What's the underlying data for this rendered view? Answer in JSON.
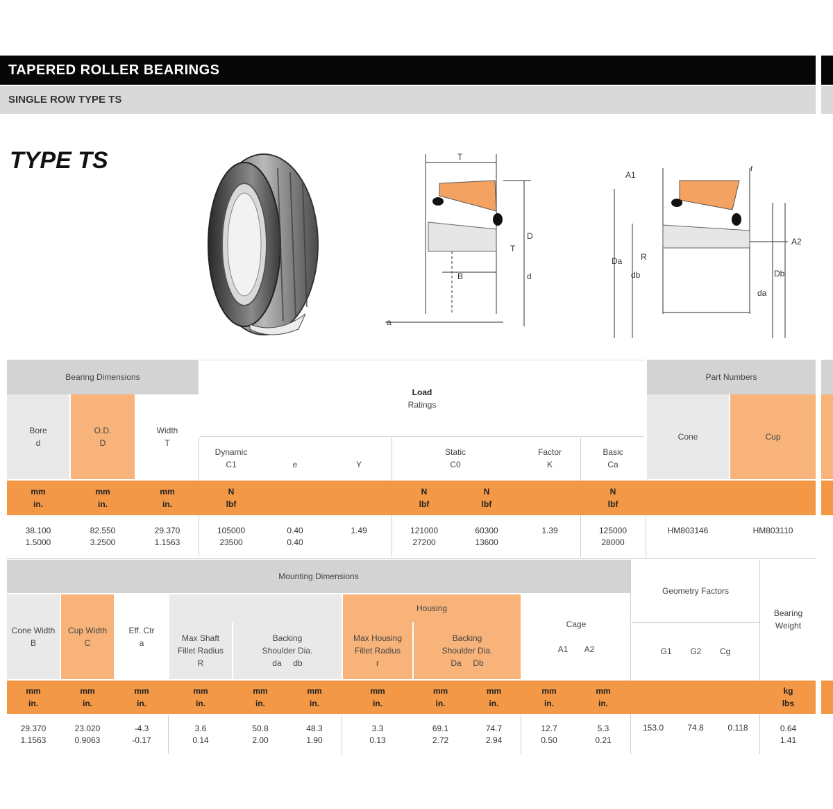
{
  "header": {
    "title": "TAPERED ROLLER BEARINGS",
    "subtitle": "SINGLE ROW TYPE TS",
    "type_label": "TYPE TS"
  },
  "table1": {
    "bearing_dimensions": "Bearing Dimensions",
    "bore_label": "Bore",
    "bore_sym": "d",
    "od_label": "O.D.",
    "od_sym": "D",
    "width_label": "Width",
    "width_sym": "T",
    "ratings_title": "Load",
    "ratings_sub": "Ratings",
    "dynamic_label": "Dynamic",
    "dynamic_sym": "C1",
    "e_label": "e",
    "y_label": "Y",
    "static_label": "Static",
    "static_sym": "C0",
    "factor_label": "Factor",
    "factor_sym": "K",
    "basic_label": "Basic",
    "basic_sym": "Ca",
    "part_numbers": "Part Numbers",
    "cone_label": "Cone",
    "cup_label": "Cup",
    "units_top": [
      "mm",
      "mm",
      "mm",
      "N",
      "",
      "",
      "N",
      "N",
      "",
      "N"
    ],
    "units_bottom": [
      "in.",
      "in.",
      "in.",
      "lbf",
      "",
      "",
      "lbf",
      "lbf",
      "",
      "lbf"
    ],
    "row": {
      "bore": [
        "38.100",
        "1.5000"
      ],
      "od": [
        "82.550",
        "3.2500"
      ],
      "width": [
        "29.370",
        "1.1563"
      ],
      "dynamic": [
        "105000",
        "23500"
      ],
      "e_col": [
        "0.40",
        "0.40"
      ],
      "y": "1.49",
      "static": [
        "121000",
        "27200"
      ],
      "static2": [
        "60300",
        "13600"
      ],
      "k": "1.39",
      "basic": [
        "125000",
        "28000"
      ],
      "cone": "HM803146",
      "cup": "HM803110"
    }
  },
  "table2": {
    "mounting_dimensions": "Mounting Dimensions",
    "cone_width_label": "Cone Width",
    "cone_width_sym": "B",
    "cup_width_label": "Cup Width",
    "cup_width_sym": "C",
    "eff_label": "Eff. Ctr",
    "eff_sym": "a",
    "shaft_label": "Max Shaft",
    "shaft_label2": "Fillet Radius",
    "shaft_sym": "R",
    "backing_label": "Backing",
    "backing_label2": "Shoulder Dia.",
    "backing_syms": [
      "da",
      "db"
    ],
    "housing_title": "Housing",
    "housing_label": "Max Housing",
    "housing_label2": "Fillet Radius",
    "housing_sym": "r",
    "housing_backing": "Backing",
    "housing_backing2": "Shoulder Dia.",
    "housing_syms": [
      "Da",
      "Db"
    ],
    "cage_label": "Cage",
    "cage_syms": [
      "A1",
      "A2"
    ],
    "geometry_label": "Geometry Factors",
    "geometry_syms": [
      "G1",
      "G2",
      "Cg"
    ],
    "weight_label": "Bearing",
    "weight_label2": "Weight",
    "units_top": [
      "mm",
      "mm",
      "mm",
      "mm",
      "mm",
      "mm",
      "mm",
      "mm",
      "mm",
      "mm",
      "mm",
      "kg"
    ],
    "units_bottom": [
      "in.",
      "in.",
      "in.",
      "in.",
      "in.",
      "in.",
      "in.",
      "in.",
      "in.",
      "in.",
      "in.",
      "lbs"
    ],
    "row": {
      "cone_width": [
        "29.370",
        "1.1563"
      ],
      "cup_width": [
        "23.020",
        "0.9063"
      ],
      "eff": [
        "-4.3",
        "-0.17"
      ],
      "shaft_r": [
        "3.6",
        "0.14"
      ],
      "da": [
        "50.8",
        "2.00"
      ],
      "db": [
        "48.3",
        "1.90"
      ],
      "housing_r": [
        "3.3",
        "0.13"
      ],
      "Da": [
        "69.1",
        "2.72"
      ],
      "Db": [
        "74.7",
        "2.94"
      ],
      "A1": [
        "12.7",
        "0.50"
      ],
      "A2": [
        "5.3",
        "0.21"
      ],
      "G1": "153.0",
      "G2": "74.8",
      "Cg": "0.118",
      "weight": [
        "0.64",
        "1.41"
      ]
    }
  }
}
